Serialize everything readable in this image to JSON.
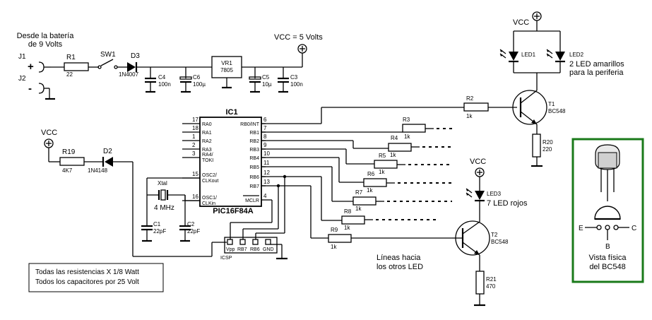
{
  "power": {
    "battery_note": "Desde la batería de 9 Volts",
    "battery_line1": "Desde la batería",
    "battery_line2": "de 9 Volts",
    "vcc_5v": "VCC = 5 Volts",
    "vcc": "VCC",
    "plus": "+",
    "minus": "-"
  },
  "components": {
    "J1": "J1",
    "J2": "J2",
    "R1": "R1",
    "R1_val": "22",
    "SW1": "SW1",
    "D3": "D3",
    "D3_val": "1N4007",
    "C4": "C4",
    "C4_val": "100n",
    "C6": "C6",
    "C6_val": "100µ",
    "VR1": "VR1",
    "VR1_val": "7805",
    "C5": "C5",
    "C5_val": "10µ",
    "C3": "C3",
    "C3_val": "100n",
    "R19": "R19",
    "R19_val": "4K7",
    "D2": "D2",
    "D2_val": "1N4148",
    "Xtal": "Xtal",
    "Xtal_val": "4 MHz",
    "C1": "C1",
    "C1_val": "22pF",
    "C2": "C2",
    "C2_val": "22pF",
    "LED1": "LED1",
    "LED2": "LED2",
    "led2_note1": "2 LED amarillos",
    "led2_note2": "para la periferia",
    "LED3": "LED3",
    "led3_note": "7 LED rojos",
    "R2": "R2",
    "R2_val": "1k",
    "T1": "T1",
    "T1_val": "BC548",
    "R20": "R20",
    "R20_val": "220",
    "T2": "T2",
    "T2_val": "BC548",
    "R21": "R21",
    "R21_val": "470",
    "R3": "R3",
    "R4": "R4",
    "R5": "R5",
    "R6": "R6",
    "R7": "R7",
    "R8": "R8",
    "R9": "R9",
    "r_val": "1k"
  },
  "ic": {
    "name": "IC1",
    "part": "PIC16F84A",
    "left_pins": [
      {
        "num": "17",
        "label": "RA0"
      },
      {
        "num": "18",
        "label": "RA1"
      },
      {
        "num": "1",
        "label": "RA2"
      },
      {
        "num": "2",
        "label": "RA3"
      },
      {
        "num": "3",
        "label": "RA4/",
        "label2": "TOKI"
      },
      {
        "num": "15",
        "label": "OSC2/",
        "label2": "CLKout"
      },
      {
        "num": "16",
        "label": "OSC1/",
        "label2": "CLKin"
      }
    ],
    "right_pins": [
      {
        "num": "6",
        "label": "RB0/INT"
      },
      {
        "num": "7",
        "label": "RB1"
      },
      {
        "num": "8",
        "label": "RB2"
      },
      {
        "num": "9",
        "label": "RB3"
      },
      {
        "num": "10",
        "label": "RB4"
      },
      {
        "num": "11",
        "label": "RB5"
      },
      {
        "num": "12",
        "label": "RB6"
      },
      {
        "num": "13",
        "label": "RB7"
      },
      {
        "num": "4",
        "label": "MCLR"
      }
    ]
  },
  "icsp": {
    "label": "ICSP",
    "pins": [
      "Vpp",
      "RB7",
      "RB6",
      "GND"
    ]
  },
  "notes": {
    "lineas1": "Líneas hacia",
    "lineas2": "los otros LED",
    "box_line1": "Todas las resistencias X 1/8 Watt",
    "box_line2": "Todos los capacitores por 25 Volt"
  },
  "pinout": {
    "E": "E",
    "B": "B",
    "C": "C",
    "caption1": "Vista física",
    "caption2": "del BC548",
    "border_color": "#1a7a1a"
  }
}
